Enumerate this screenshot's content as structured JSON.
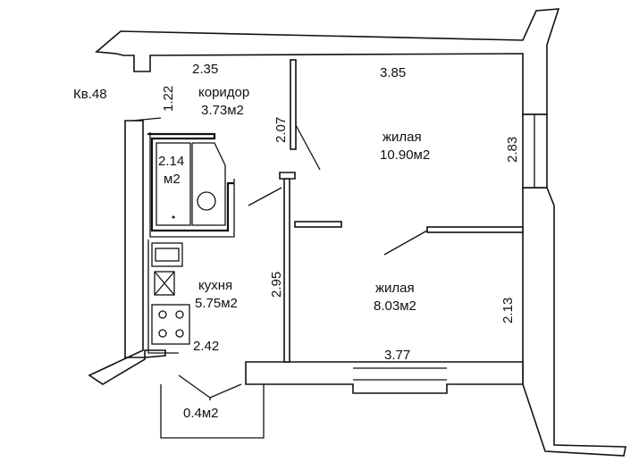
{
  "apartment_label": "Кв.48",
  "rooms": {
    "corridor": {
      "name": "коридор",
      "area": "3.73м2",
      "dim_width": "2.35",
      "dim_depth": "1.22"
    },
    "living_large": {
      "name": "жилая",
      "area": "10.90м2",
      "dim_width": "3.85",
      "dim_depth": "2.83",
      "dim_door_wall": "2.07"
    },
    "bathroom": {
      "area_value": "2.14",
      "area_unit": "м2"
    },
    "kitchen": {
      "name": "кухня",
      "area": "5.75м2",
      "dim_width": "2.42",
      "dim_depth": "2.95"
    },
    "living_small": {
      "name": "жилая",
      "area": "8.03м2",
      "dim_width": "3.77",
      "dim_depth": "2.13"
    },
    "balcony": {
      "area": "0.4м2"
    }
  }
}
